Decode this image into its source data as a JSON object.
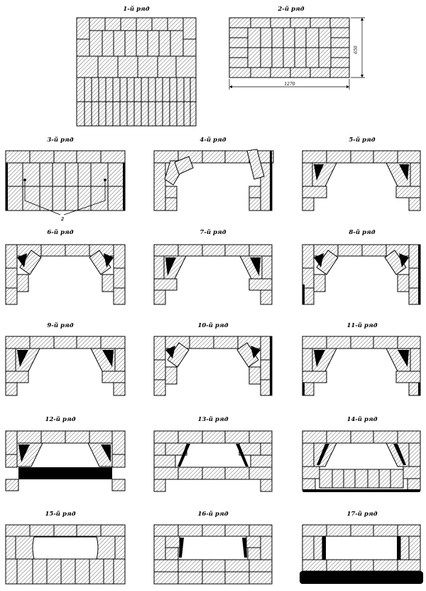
{
  "rows": [
    {
      "id": 1,
      "label": "1-й ряд"
    },
    {
      "id": 2,
      "label": "2-й ряд"
    },
    {
      "id": 3,
      "label": "3-й ряд"
    },
    {
      "id": 4,
      "label": "4-й ряд"
    },
    {
      "id": 5,
      "label": "5-й ряд"
    },
    {
      "id": 6,
      "label": "6-й ряд"
    },
    {
      "id": 7,
      "label": "7-й ряд"
    },
    {
      "id": 8,
      "label": "8-й ряд"
    },
    {
      "id": 9,
      "label": "9-й ряд"
    },
    {
      "id": 10,
      "label": "10-й ряд"
    },
    {
      "id": 11,
      "label": "11-й ряд"
    },
    {
      "id": 12,
      "label": "12-й ряд"
    },
    {
      "id": 13,
      "label": "13-й ряд"
    },
    {
      "id": 14,
      "label": "14-й ряд"
    },
    {
      "id": 15,
      "label": "15-й ряд"
    },
    {
      "id": 16,
      "label": "16-й ряд"
    },
    {
      "id": 17,
      "label": "17-й ряд"
    }
  ],
  "dimensions": {
    "width": "1270",
    "height": "650"
  },
  "callout": "2"
}
